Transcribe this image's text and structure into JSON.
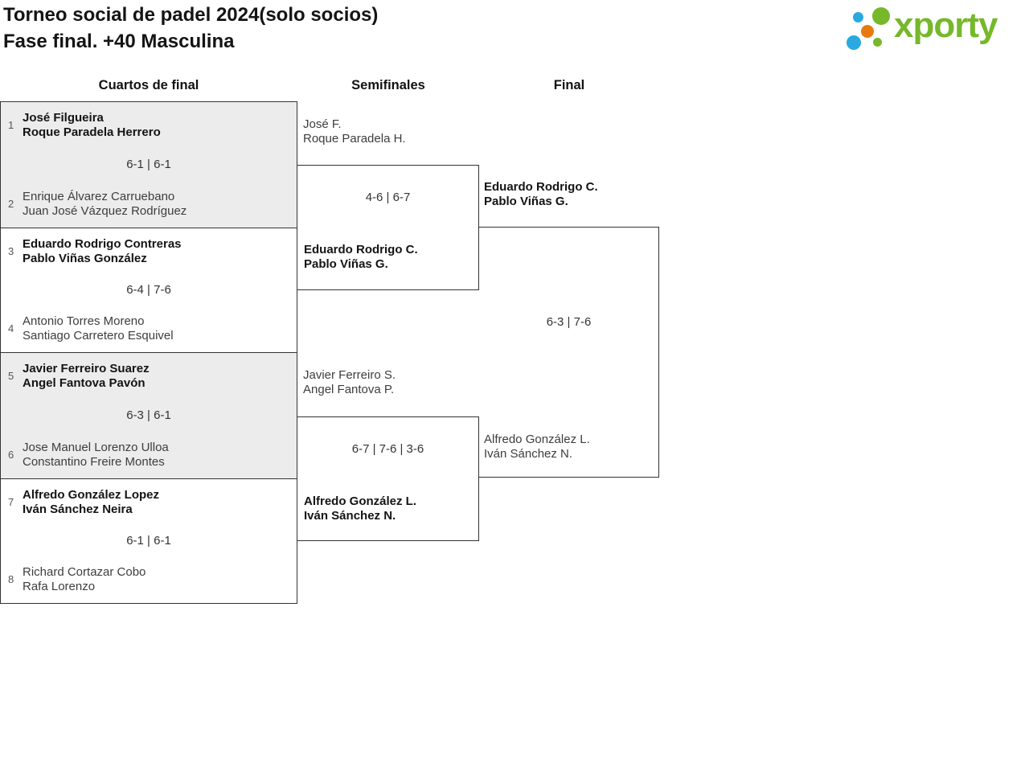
{
  "header": {
    "title_line1": "Torneo social de padel 2024(solo socios)",
    "title_line2": "Fase final. +40 Masculina",
    "logo_text": "xporty"
  },
  "brand_colors": {
    "logo_green": "#76b82a",
    "logo_blue": "#29a9e0",
    "logo_orange": "#e8790f",
    "bracket_border": "#333333",
    "match_alt_background": "#ececec"
  },
  "rounds": {
    "quarterfinals_label": "Cuartos de final",
    "semifinals_label": "Semifinales",
    "final_label": "Final"
  },
  "bracket": {
    "quarterfinals": [
      {
        "seed_top": "1",
        "team_top_line1": "José Filgueira",
        "team_top_line2": "Roque Paradela Herrero",
        "top_winner": true,
        "score": "6-1 | 6-1",
        "seed_bottom": "2",
        "team_bottom_line1": "Enrique Álvarez Carruebano",
        "team_bottom_line2": "Juan José Vázquez Rodríguez",
        "bottom_winner": false
      },
      {
        "seed_top": "3",
        "team_top_line1": "Eduardo Rodrigo Contreras",
        "team_top_line2": "Pablo Viñas González",
        "top_winner": true,
        "score": "6-4 | 7-6",
        "seed_bottom": "4",
        "team_bottom_line1": "Antonio Torres Moreno",
        "team_bottom_line2": "Santiago Carretero Esquivel",
        "bottom_winner": false
      },
      {
        "seed_top": "5",
        "team_top_line1": "Javier Ferreiro Suarez",
        "team_top_line2": "Angel Fantova Pavón",
        "top_winner": true,
        "score": "6-3 | 6-1",
        "seed_bottom": "6",
        "team_bottom_line1": "Jose Manuel Lorenzo Ulloa",
        "team_bottom_line2": "Constantino Freire Montes",
        "bottom_winner": false
      },
      {
        "seed_top": "7",
        "team_top_line1": "Alfredo González Lopez",
        "team_top_line2": "Iván Sánchez Neira",
        "top_winner": true,
        "score": "6-1 | 6-1",
        "seed_bottom": "8",
        "team_bottom_line1": "Richard Cortazar Cobo",
        "team_bottom_line2": "Rafa Lorenzo",
        "bottom_winner": false
      }
    ],
    "semifinals": [
      {
        "team_top_line1": "José F.",
        "team_top_line2": "Roque Paradela H.",
        "top_winner": false,
        "score": "4-6 | 6-7",
        "team_bottom_line1": "Eduardo Rodrigo C.",
        "team_bottom_line2": "Pablo Viñas G.",
        "bottom_winner": true
      },
      {
        "team_top_line1": "Javier Ferreiro S.",
        "team_top_line2": "Angel Fantova P.",
        "top_winner": false,
        "score": "6-7 | 7-6 | 3-6",
        "team_bottom_line1": "Alfredo González L.",
        "team_bottom_line2": "Iván Sánchez N.",
        "bottom_winner": true
      }
    ],
    "final": {
      "team_top_line1": "Eduardo Rodrigo C.",
      "team_top_line2": "Pablo Viñas G.",
      "top_winner": true,
      "score": "6-3 | 7-6",
      "team_bottom_line1": "Alfredo González L.",
      "team_bottom_line2": "Iván Sánchez N.",
      "bottom_winner": false
    }
  }
}
